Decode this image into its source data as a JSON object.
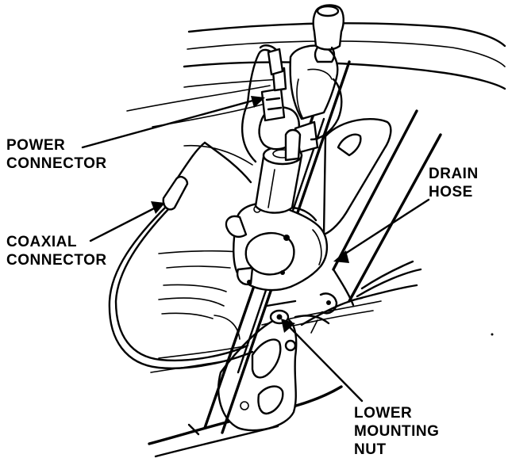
{
  "callouts": {
    "power_connector": {
      "line1": "POWER",
      "line2": "CONNECTOR"
    },
    "coaxial_connector": {
      "line1": "COAXIAL",
      "line2": "CONNECTOR"
    },
    "drain_hose": {
      "line1": "DRAIN",
      "line2": "HOSE"
    },
    "lower_mounting_nut": {
      "line1": "LOWER",
      "line2": "MOUNTING",
      "line3": "NUT"
    }
  }
}
